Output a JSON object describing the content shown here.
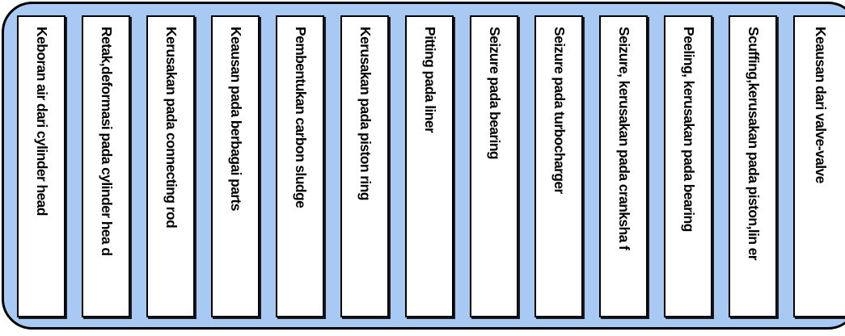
{
  "cards": [
    "Keboran air dari cylinder head",
    "Retak,deformasi pada cylinder hea d",
    "Kerusakan pada connecting rod",
    "Keausan pada berbagai parts",
    "Pembentukan  carbon sludge",
    "Kerusakan pada piston ring",
    "Pitting pada liner",
    "Seizure pada bearing",
    "Seizure pada turbocharger",
    "Seizure, kerusakan pada cranksha f",
    "Peeling, kerusakan pada bearing",
    "Scuffing,kerusakan pada piston,lin er",
    "Keausan dari valve-valve"
  ]
}
